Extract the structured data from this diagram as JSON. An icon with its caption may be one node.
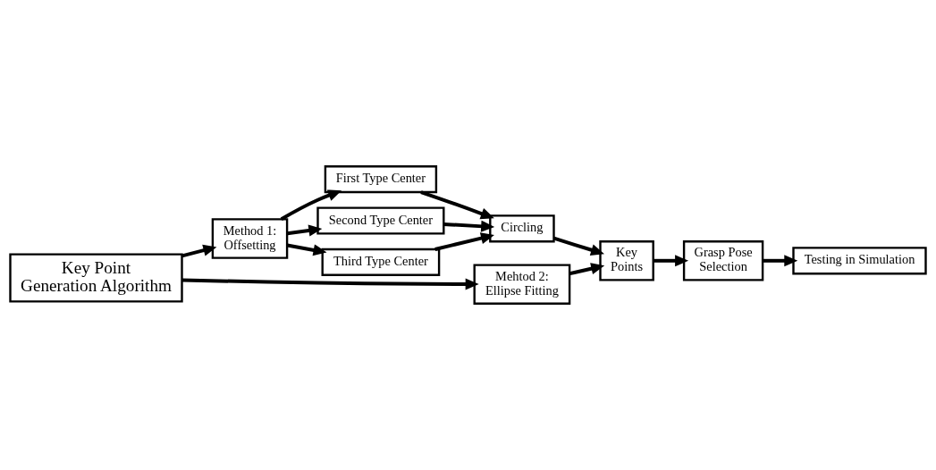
{
  "diagram": {
    "nodes": [
      {
        "text": [
          "Key Point Generation Algorithm"
        ]
      },
      {
        "text": [
          "Method 1: Offsetting"
        ]
      },
      {
        "text": [
          "Mehtod 2: Ellipse Fitting"
        ]
      },
      {
        "text": [
          "First Type Center"
        ]
      },
      {
        "text": [
          "Second Type Center"
        ]
      },
      {
        "text": [
          "Third Type Center"
        ]
      },
      {
        "text": [
          "Circling"
        ]
      },
      {
        "text": [
          "Key Points"
        ]
      },
      {
        "text": [
          "Grasp Pose Selection"
        ]
      },
      {
        "text": [
          "Testing in Simulation"
        ]
      }
    ],
    "edges": [
      {
        "from": 0,
        "to": 1,
        "arrow": "to"
      },
      {
        "from": 0,
        "to": 2,
        "arrow": "to"
      },
      {
        "from": 1,
        "to": 3,
        "arrow": "to"
      },
      {
        "from": 1,
        "to": 4,
        "arrow": "to"
      },
      {
        "from": 1,
        "to": 5,
        "arrow": "to"
      },
      {
        "from": 3,
        "to": 6,
        "arrow": "to"
      },
      {
        "from": 4,
        "to": 6,
        "arrow": "to"
      },
      {
        "from": 5,
        "to": 6,
        "arrow": "to"
      },
      {
        "from": 2,
        "to": 7,
        "arrow": "to"
      },
      {
        "from": 6,
        "to": 7,
        "arrow": "to"
      },
      {
        "from": 7,
        "to": 8,
        "arrow": "to"
      },
      {
        "from": 8,
        "to": 9,
        "arrow": "to"
      }
    ]
  }
}
